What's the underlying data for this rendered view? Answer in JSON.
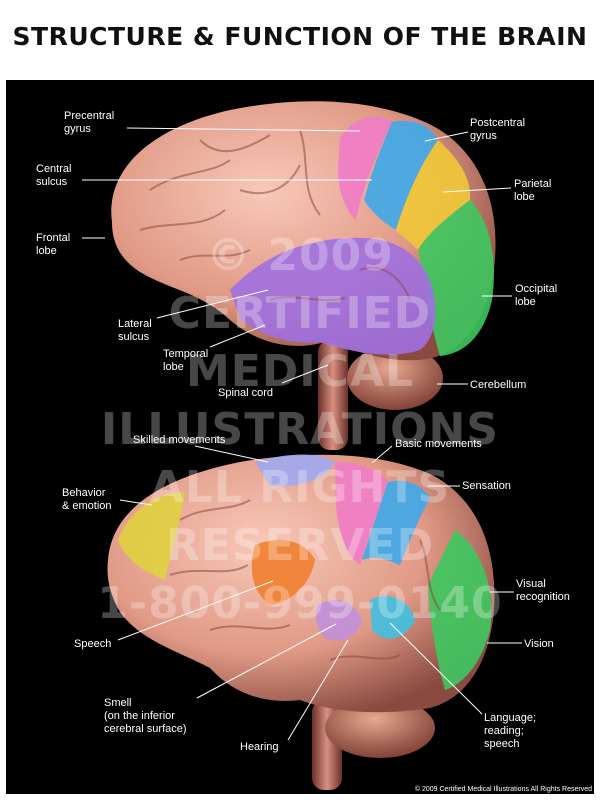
{
  "title": "STRUCTURE & FUNCTION OF THE BRAIN",
  "top_labels": {
    "precentral_gyrus": "Precentral\ngyrus",
    "central_sulcus": "Central\nsulcus",
    "frontal_lobe": "Frontal\nlobe",
    "lateral_sulcus": "Lateral\nsulcus",
    "temporal_lobe": "Temporal\nlobe",
    "spinal_cord": "Spinal cord",
    "postcentral_gyrus": "Postcentral\ngyrus",
    "parietal_lobe": "Parietal\nlobe",
    "occipital_lobe": "Occipital\nlobe",
    "cerebellum": "Cerebellum"
  },
  "bottom_labels": {
    "skilled_movements": "Skilled movements",
    "basic_movements": "Basic movements",
    "behavior_emotion": "Behavior\n& emotion",
    "sensation": "Sensation",
    "speech": "Speech",
    "visual_recognition": "Visual\nrecognition",
    "vision": "Vision",
    "smell": "Smell\n(on the inferior\ncerebral surface)",
    "hearing": "Hearing",
    "language": "Language;\nreading;\nspeech"
  },
  "watermark": {
    "line1": "© 2009",
    "line2": "CERTIFIED",
    "line3": "MEDICAL",
    "line4": "ILLUSTRATIONS",
    "line5": "ALL RIGHTS",
    "line6": "RESERVED",
    "line7": "1-800-999-0140"
  },
  "copyright": "© 2009 Certified Medical Illustrations All Rights Reserved",
  "colors": {
    "cortex": "#e8a08c",
    "precentral": "#f07cc8",
    "postcentral": "#3ea8e8",
    "parietal": "#f0c838",
    "occipital": "#3ec860",
    "temporal": "#a070e0",
    "frontal_assoc": "#e0d040",
    "broca": "#f08030",
    "auditory": "#c090d8",
    "wernicke": "#40c0e0",
    "cerebellum": "#c07860"
  }
}
